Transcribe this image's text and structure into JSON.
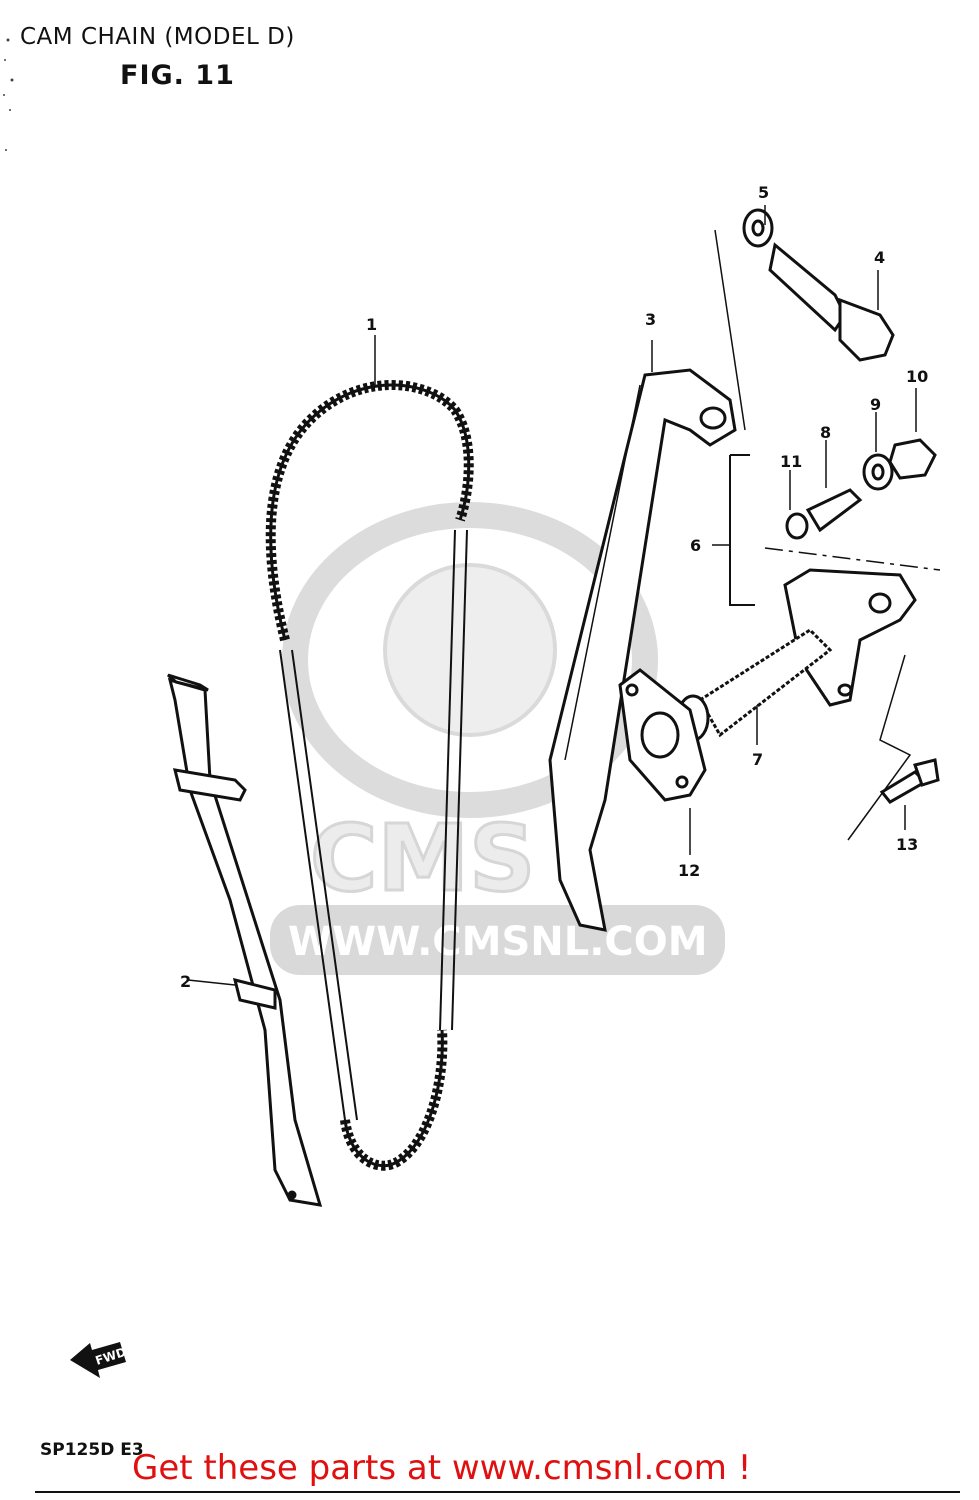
{
  "header": {
    "title": "CAM CHAIN (MODEL D)",
    "figure": "FIG. 11"
  },
  "footer": {
    "model_code": "SP125D E3",
    "promo": "Get these parts at www.cmsnl.com !"
  },
  "watermark": {
    "brand": "CMS",
    "url": "WWW.CMSNL.COM"
  },
  "direction_marker": "FWD",
  "callouts": [
    {
      "number": "1",
      "part": "cam-chain"
    },
    {
      "number": "2",
      "part": "chain-guide"
    },
    {
      "number": "3",
      "part": "tensioner-adjuster-arm"
    },
    {
      "number": "4",
      "part": "bolt"
    },
    {
      "number": "5",
      "part": "washer"
    },
    {
      "number": "6",
      "part": "tensioner-assembly"
    },
    {
      "number": "7",
      "part": "tensioner-spring"
    },
    {
      "number": "8",
      "part": "stud"
    },
    {
      "number": "9",
      "part": "washer"
    },
    {
      "number": "10",
      "part": "nut"
    },
    {
      "number": "11",
      "part": "o-ring"
    },
    {
      "number": "12",
      "part": "gasket"
    },
    {
      "number": "13",
      "part": "bolt"
    }
  ],
  "colors": {
    "ink": "#111111",
    "promo": "#e01010",
    "watermark": "#d9d9d9"
  }
}
